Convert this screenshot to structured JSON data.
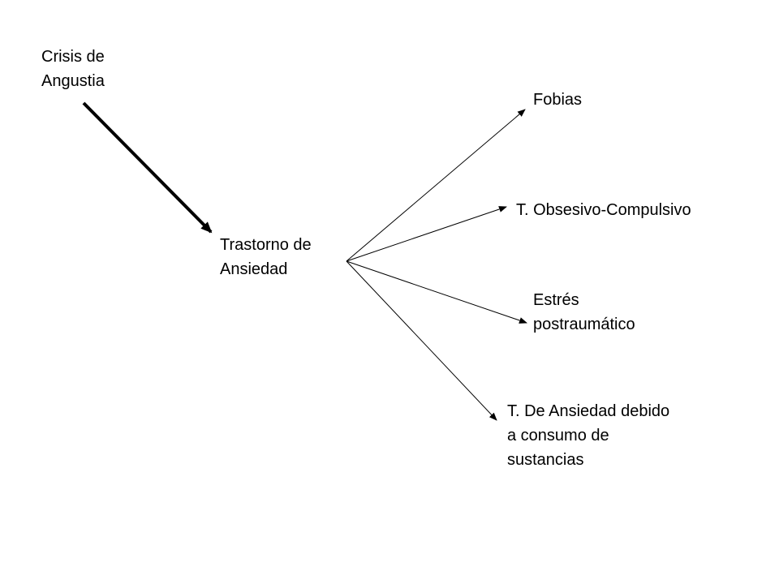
{
  "nodes": {
    "crisis": {
      "lines": [
        "Crisis de",
        "Angustia"
      ]
    },
    "trastorno": {
      "lines": [
        "Trastorno de",
        "Ansiedad"
      ]
    },
    "fobias": {
      "lines": [
        "Fobias"
      ]
    },
    "toc": {
      "lines": [
        "T. Obsesivo-Compulsivo"
      ]
    },
    "estres": {
      "lines": [
        "Estrés",
        "postraumático"
      ]
    },
    "sustancias": {
      "lines": [
        "T. De Ansiedad debido",
        "a consumo de",
        "sustancias"
      ]
    }
  },
  "edges": [
    {
      "from": "crisis",
      "to": "trastorno",
      "style": "bold"
    },
    {
      "from": "trastorno",
      "to": "fobias",
      "style": "thin"
    },
    {
      "from": "trastorno",
      "to": "toc",
      "style": "thin"
    },
    {
      "from": "trastorno",
      "to": "estres",
      "style": "thin"
    },
    {
      "from": "trastorno",
      "to": "sustancias",
      "style": "thin"
    }
  ],
  "colors": {
    "line": "#000000",
    "text": "#000000",
    "background": "#ffffff"
  }
}
